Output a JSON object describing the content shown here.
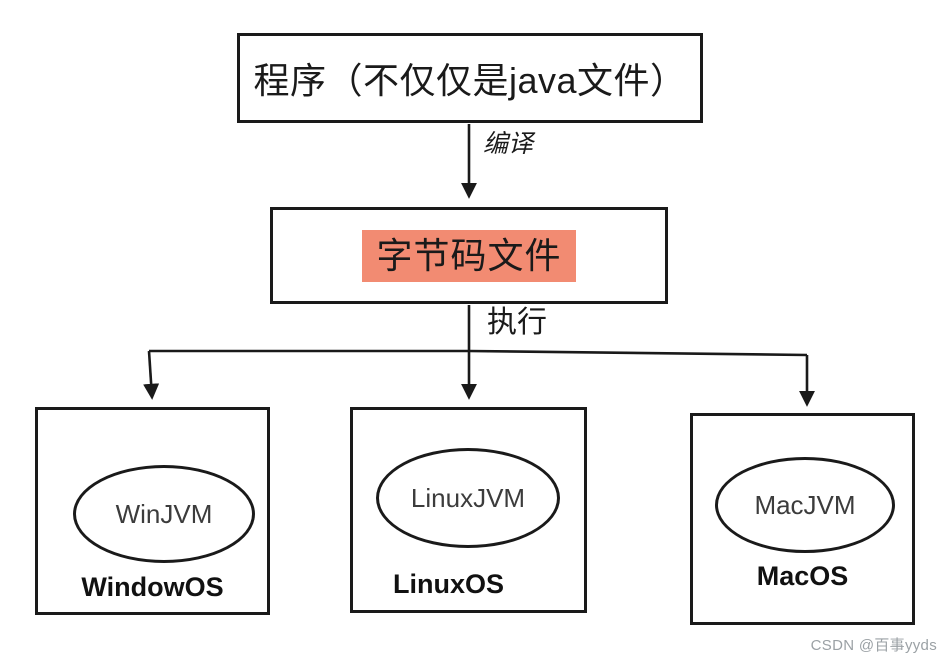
{
  "diagram": {
    "nodes": {
      "program": {
        "label": "程序（不仅仅是java文件）"
      },
      "bytecode": {
        "label": "字节码文件",
        "highlight_color": "#F28B72"
      },
      "os_windows": {
        "jvm_label": "WinJVM",
        "os_label": "WindowOS"
      },
      "os_linux": {
        "jvm_label": "LinuxJVM",
        "os_label": "LinuxOS"
      },
      "os_mac": {
        "jvm_label": "MacJVM",
        "os_label": "MacOS"
      }
    },
    "edges": {
      "compile": {
        "label": "编译"
      },
      "execute": {
        "label": "执行"
      }
    },
    "colors": {
      "line": "#1a1a1a",
      "highlight": "#F28B72",
      "watermark_text": "#9ba1a5"
    }
  },
  "watermark": {
    "text": "CSDN @百事yyds"
  }
}
